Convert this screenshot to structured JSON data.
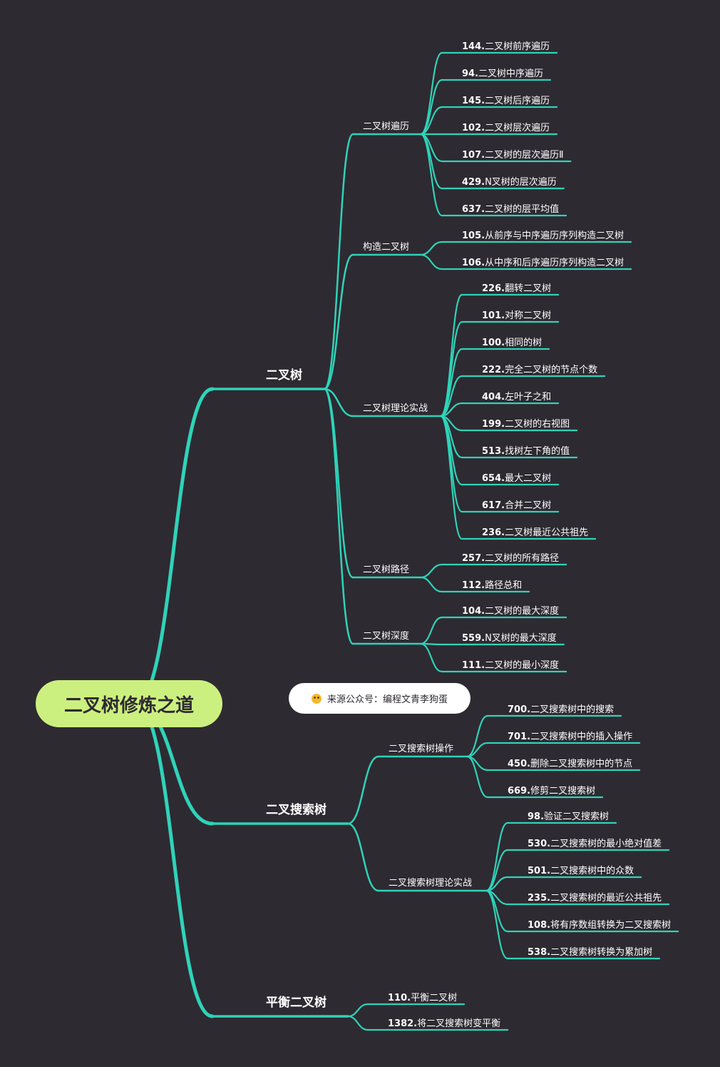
{
  "root": {
    "label": "二叉树修炼之道"
  },
  "source_note": {
    "label": "来源公众号：编程文青李狗蛋",
    "icon": "face-emoji-icon"
  },
  "colors": {
    "background": "#2e2a31",
    "line": "#2fd3b9",
    "root_fill": "#ccf07f"
  },
  "branches": [
    {
      "label": "二叉树",
      "groups": [
        {
          "label": "二叉树遍历",
          "items": [
            "144.二叉树前序遍历",
            "94.二叉树中序遍历",
            "145.二叉树后序遍历",
            "102.二叉树层次遍历",
            "107.二叉树的层次遍历Ⅱ",
            "429.N叉树的层次遍历",
            "637.二叉树的层平均值"
          ]
        },
        {
          "label": "构造二叉树",
          "items": [
            "105.从前序与中序遍历序列构造二叉树",
            "106.从中序和后序遍历序列构造二叉树"
          ]
        },
        {
          "label": "二叉树理论实战",
          "items": [
            "226.翻转二叉树",
            "101.对称二叉树",
            "100.相同的树",
            "222.完全二叉树的节点个数",
            "404.左叶子之和",
            "199.二叉树的右视图",
            "513.找树左下角的值",
            "654.最大二叉树",
            "617.合并二叉树",
            "236.二叉树最近公共祖先"
          ]
        },
        {
          "label": "二叉树路径",
          "items": [
            "257.二叉树的所有路径",
            "112.路径总和"
          ]
        },
        {
          "label": "二叉树深度",
          "items": [
            "104.二叉树的最大深度",
            "559.N叉树的最大深度",
            "111.二叉树的最小深度"
          ]
        }
      ]
    },
    {
      "label": "二叉搜索树",
      "groups": [
        {
          "label": "二叉搜索树操作",
          "items": [
            "700.二叉搜索树中的搜索",
            "701.二叉搜索树中的插入操作",
            "450.删除二叉搜索树中的节点",
            "669.修剪二叉搜索树"
          ]
        },
        {
          "label": "二叉搜索树理论实战",
          "items": [
            "98.验证二叉搜索树",
            "530.二叉搜索树的最小绝对值差",
            "501.二叉搜索树中的众数",
            "235.二叉搜索树的最近公共祖先",
            "108.将有序数组转换为二叉搜索树",
            "538.二叉搜索树转换为累加树"
          ]
        }
      ]
    },
    {
      "label": "平衡二叉树",
      "items": [
        "110.平衡二叉树",
        "1382.将二叉搜索树变平衡"
      ]
    }
  ]
}
